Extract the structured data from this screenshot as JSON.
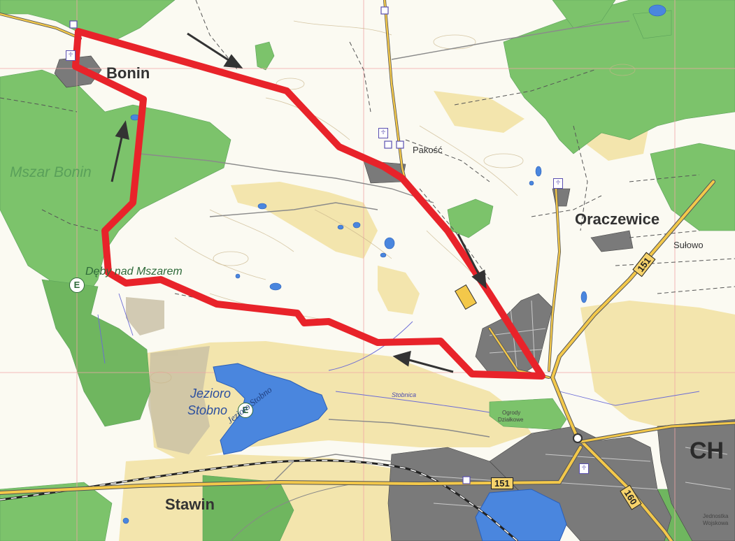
{
  "map": {
    "places": {
      "bonin": "Bonin",
      "pakosc": "Pakość",
      "oraczewice": "Oraczewice",
      "sulowo": "Sułowo",
      "stawin": "Stawin",
      "city_partial": "CH"
    },
    "water": {
      "lake_label_1": "Jezioro",
      "lake_label_2": "Stobno",
      "lake_inner": "Jezioro Stobno",
      "stream": "Stobnica"
    },
    "nature": {
      "bog": "Mszar Bonin",
      "forest_trail": "Dęby nad Mszarem",
      "gardens_1": "Ogrody",
      "gardens_2": "Działkowe",
      "jednostka_1": "Jednostka",
      "jednostka_2": "Wojskowa"
    },
    "roads": {
      "r151_a": "151",
      "r151_b": "151",
      "r160": "160"
    },
    "symbols": {
      "eco_letter": "E",
      "church_glyph": "♱"
    },
    "colors": {
      "route": "#e8232a",
      "forest": "#7cc36b",
      "water": "#3f7de0",
      "sand": "#f4e3a8",
      "built": "#6f6f6f",
      "road": "#f3c84a"
    }
  }
}
